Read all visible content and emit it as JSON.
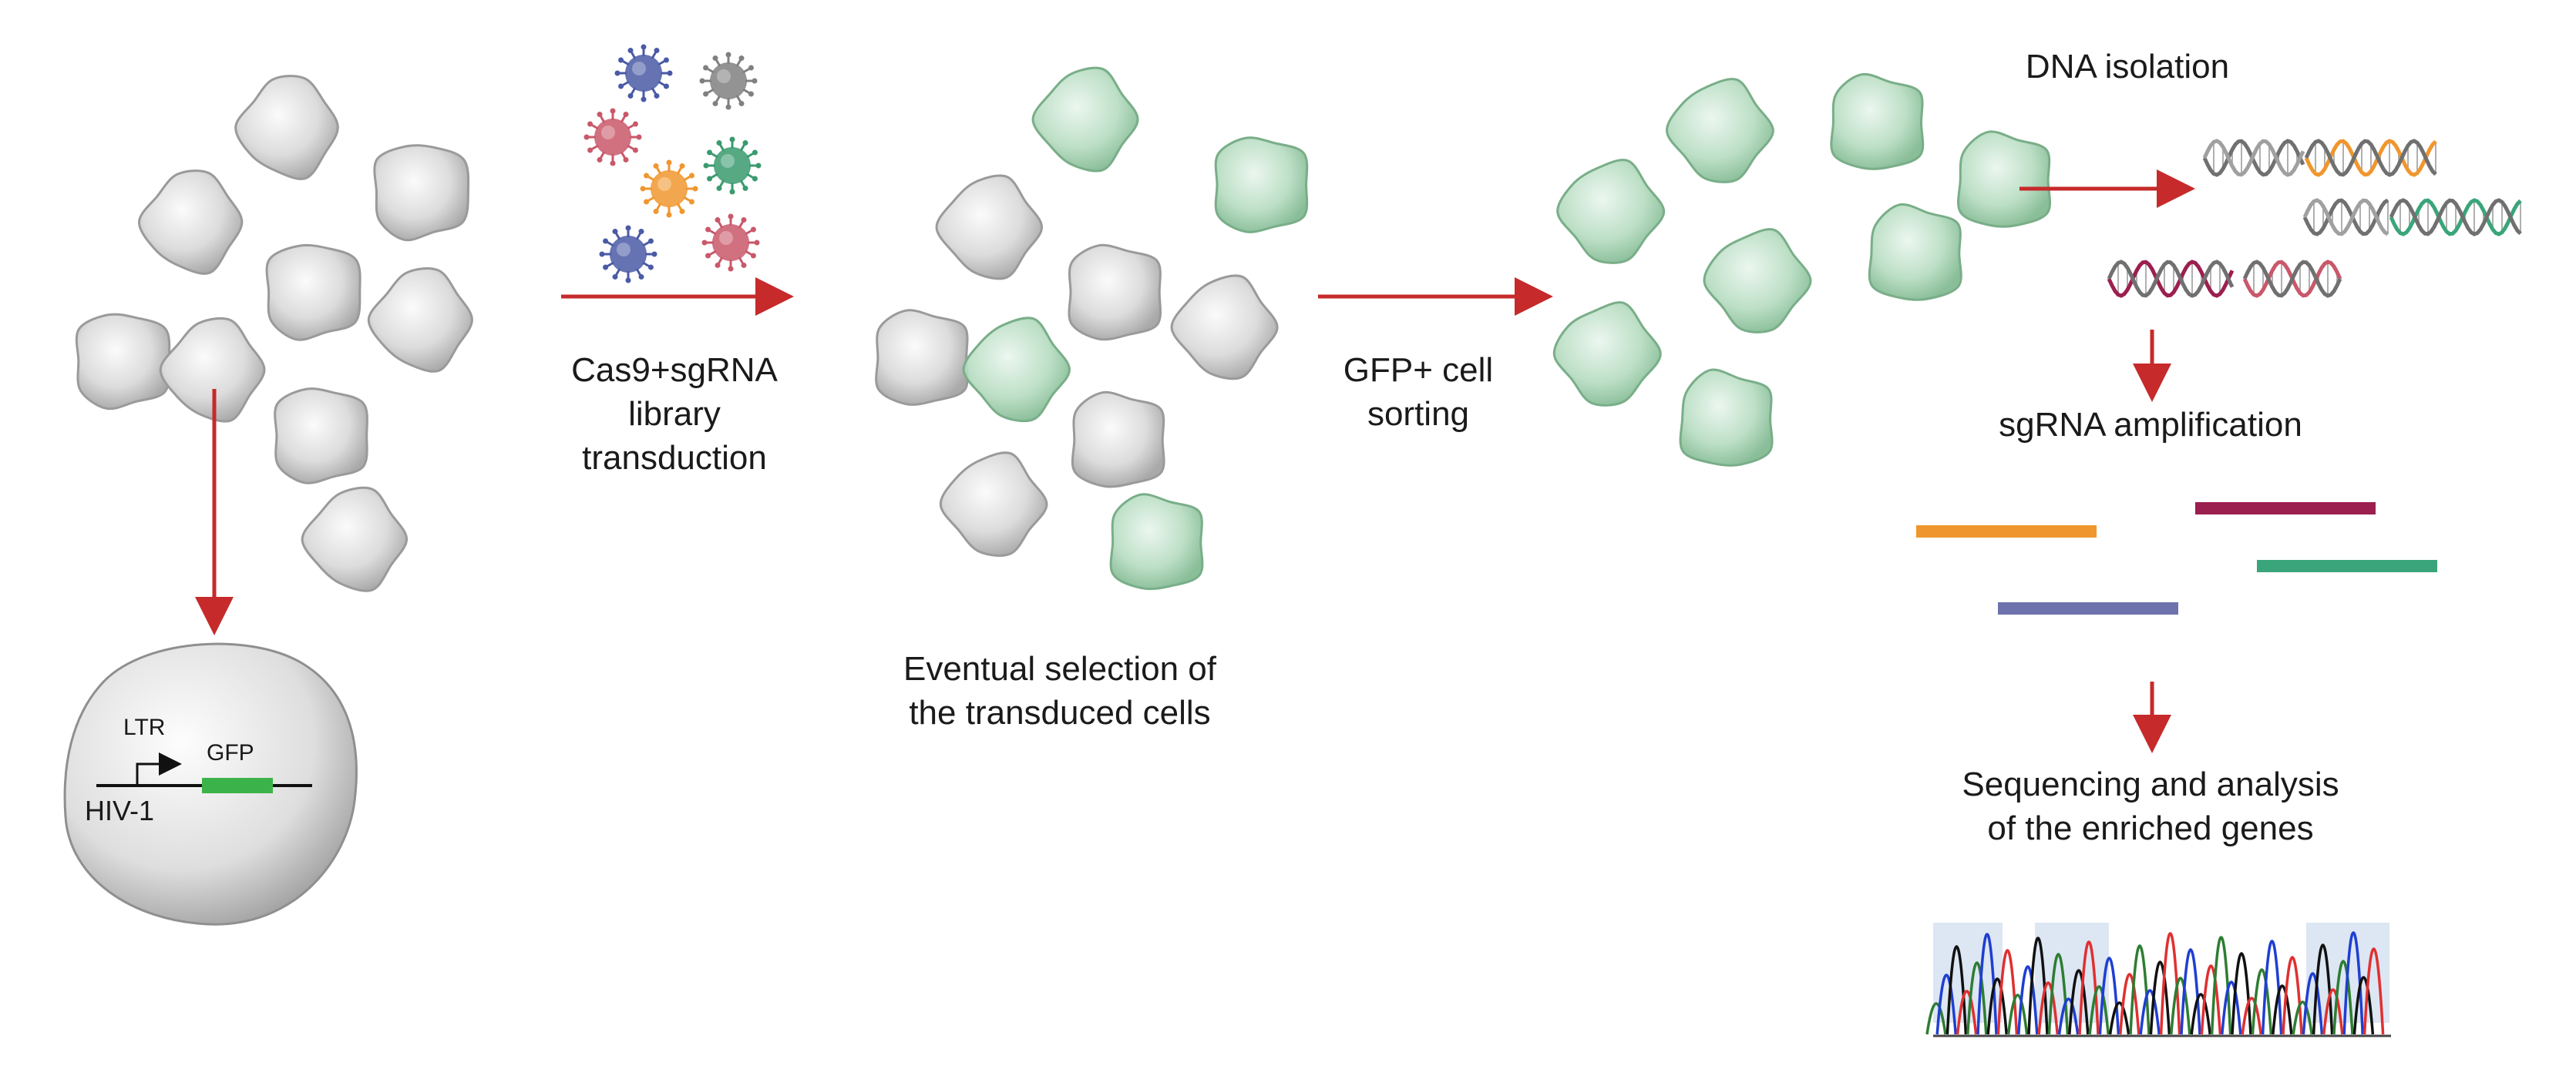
{
  "steps": {
    "transduction": {
      "line1": "Cas9+sgRNA",
      "line2": "library",
      "line3": "transduction"
    },
    "selection": {
      "line1": "Eventual selection of",
      "line2": "the transduced cells"
    },
    "sorting": {
      "line1": "GFP+ cell",
      "line2": "sorting"
    },
    "dna_isolation": "DNA isolation",
    "amplification": "sgRNA amplification",
    "sequencing": {
      "line1": "Sequencing and analysis",
      "line2": "of the enriched genes"
    }
  },
  "construct": {
    "ltr": "LTR",
    "gfp": "GFP",
    "virus": "HIV-1"
  },
  "colors": {
    "arrow": "#c62a2a",
    "cell_gray": "#d9d9d9",
    "cell_green": "#b9dcc3",
    "gfp_bar": "#3cb34a",
    "sgrna": [
      "#f0962e",
      "#9b1f4f",
      "#3aa57a",
      "#6d72ad"
    ],
    "viruses": [
      "#4a5aa6",
      "#808080",
      "#c9586a",
      "#f0962e",
      "#3a9a6e",
      "#c9586a",
      "#4a5aa6"
    ],
    "trace": [
      "#2e7d32",
      "#1f3fd1",
      "#111111",
      "#e03030"
    ]
  },
  "icons": [
    "cell-icon",
    "transduced-cell-icon",
    "virus-icon",
    "dna-helix-icon",
    "sgrna-bar",
    "chromatogram-icon",
    "arrow-icon"
  ]
}
